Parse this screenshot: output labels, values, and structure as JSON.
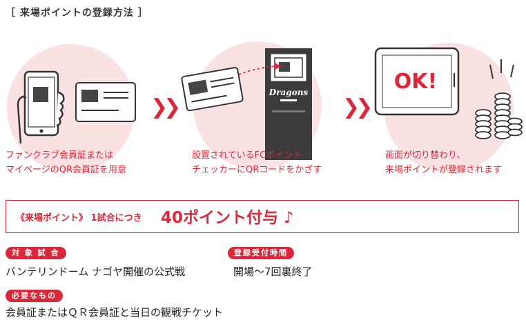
{
  "title": "［ 来場ポイントの登録方法 ］",
  "steps": [
    {
      "line1": "ファンクラブ会員証または",
      "line2": "マイページのQR会員証を用意"
    },
    {
      "line1": "設置されているFCポイント",
      "line2": "チェッカーにQRコードをかざす"
    },
    {
      "line1": "画面が切り替わり、",
      "line2": "来場ポイントが登録されます"
    }
  ],
  "arrow_glyph": "❯❯",
  "checker_logo": "Dragons",
  "ok_text": "OK!",
  "banner": {
    "small": "《来場ポイント》 1試合につき",
    "big": "40ポイント付与 ♪"
  },
  "info": {
    "target_label": "対 象 試 合",
    "target_value": "バンテリンドーム ナゴヤ開催の公式戦",
    "time_label": "登録受付時間",
    "time_value": "開場～7回裏終了",
    "needed_label": "必要なもの",
    "needed_value": "会員証またはＱＲ会員証と当日の観戦チケット"
  },
  "colors": {
    "accent": "#d8283a",
    "circle": "#fbe2e2"
  }
}
